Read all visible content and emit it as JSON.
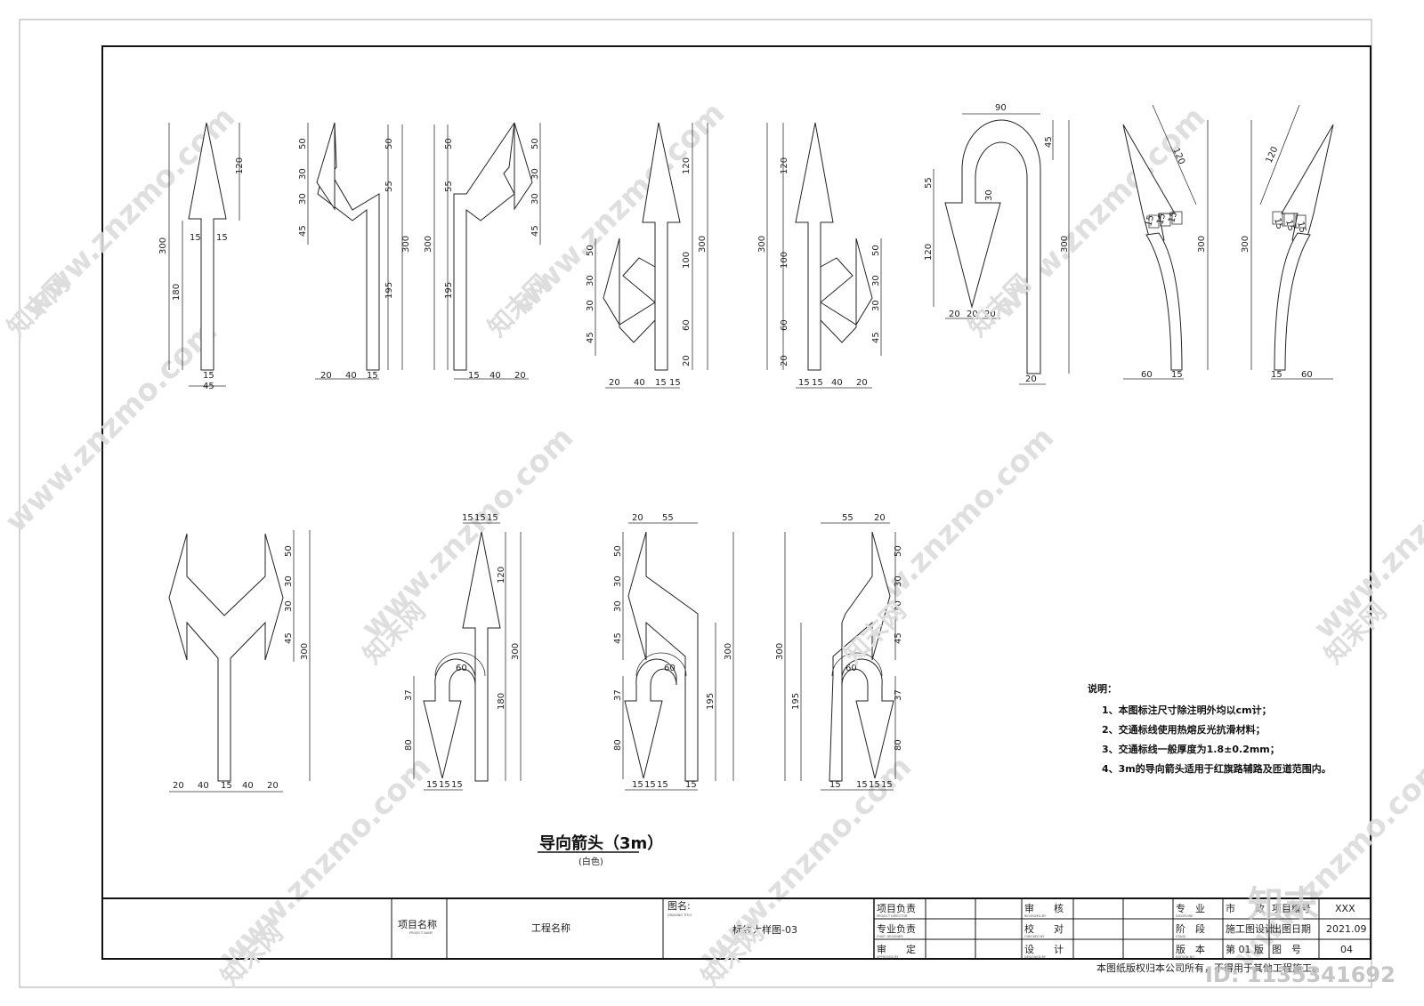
{
  "drawing": {
    "caption": "导向箭头（3m）",
    "caption_sub": "(白色)"
  },
  "notes": {
    "heading": "说明：",
    "items": [
      "1、本图标注尺寸除注明外均以cm计；",
      "2、交通标线使用热熔反光抗滑材料；",
      "3、交通标线一般厚度为1.8±0.2mm；",
      "4、3m的导向箭头适用于红旗路辅路及匝道范围内。"
    ]
  },
  "title_block": {
    "project_label": "项目名称",
    "project_label_en": "PROJECT NAME",
    "project_value": "工程名称",
    "drawing_label": "图名:",
    "drawing_label_en": "DRAWING TITLE",
    "drawing_value": "标线大样图-03",
    "roles": [
      "项目负责",
      "专业负责",
      "审　　定"
    ],
    "roles_en": [
      "PROJECT DIRECTOR",
      "CHIEF DESIGNER",
      "APPROVED BY"
    ],
    "checks": [
      "审　　核",
      "校　　对",
      "设　　计"
    ],
    "checks_en": [
      "REVIEWED BY",
      "CHECKED BY",
      "DESIGNED BY"
    ],
    "meta_labels": [
      "专　业",
      "阶　段",
      "版　本"
    ],
    "meta_labels_en": [
      "DISCIPLINE",
      "STAGE",
      "EDITION NO"
    ],
    "meta_values": [
      "市　　政",
      "施工图设计",
      "第 01 版"
    ],
    "meta_labels2": [
      "项目编号",
      "出图日期",
      "图　号"
    ],
    "meta_values2": [
      "XXX",
      "2021.09",
      "04"
    ],
    "copyright": "本图纸版权归本公司所有，不得用于其他工程施工。"
  },
  "watermark": {
    "site": "www.znzmo.com",
    "brand": "知末网",
    "logo": "知末",
    "id": "ID: 1135341692"
  },
  "dims": {
    "a1": [
      "120",
      "300",
      "180",
      "15",
      "15",
      "15",
      "45"
    ],
    "a2": [
      "50",
      "30",
      "30",
      "45",
      "300",
      "195",
      "50",
      "55",
      "20",
      "40",
      "15"
    ],
    "a3": [
      "50",
      "55",
      "300",
      "195",
      "50",
      "30",
      "30",
      "45",
      "15",
      "40",
      "20"
    ],
    "a4": [
      "120",
      "300",
      "100",
      "60",
      "20",
      "50",
      "30",
      "30",
      "45",
      "20",
      "40",
      "15",
      "15"
    ],
    "a5": [
      "120",
      "300",
      "100",
      "60",
      "20",
      "50",
      "30",
      "30",
      "45",
      "15",
      "15",
      "40",
      "20"
    ],
    "a6": [
      "90",
      "45",
      "55",
      "30",
      "120",
      "300",
      "20",
      "20",
      "20",
      "20"
    ],
    "a7": [
      "120",
      "15",
      "15",
      "15",
      "300",
      "60",
      "15"
    ],
    "a8": [
      "120",
      "15",
      "15",
      "15",
      "300",
      "15",
      "60"
    ],
    "b1": [
      "50",
      "30",
      "30",
      "45",
      "300",
      "20",
      "40",
      "15",
      "40",
      "20"
    ],
    "b2": [
      "15",
      "15",
      "15",
      "120",
      "300",
      "180",
      "60",
      "37",
      "80",
      "15",
      "15",
      "15"
    ],
    "b3": [
      "20",
      "55",
      "50",
      "30",
      "30",
      "45",
      "300",
      "195",
      "60",
      "37",
      "80",
      "15",
      "15",
      "15",
      "15"
    ],
    "b4": [
      "55",
      "20",
      "50",
      "30",
      "30",
      "45",
      "300",
      "195",
      "60",
      "37",
      "80",
      "15",
      "15",
      "15",
      "15"
    ]
  }
}
